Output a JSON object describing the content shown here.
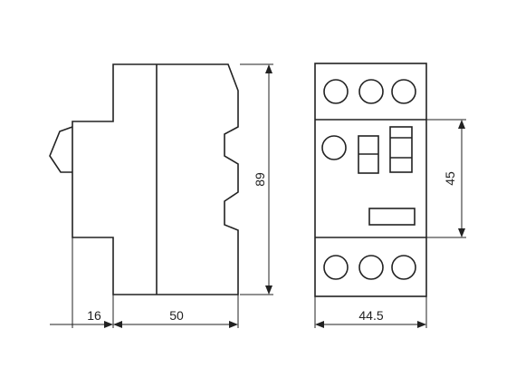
{
  "drawing": {
    "dimensions": {
      "height": "89",
      "depth_front": "16",
      "depth_body": "50",
      "width": "44.5",
      "terminal_block_height": "45"
    },
    "terminals": {
      "top_row_count": 3,
      "bottom_row_count": 3
    }
  }
}
